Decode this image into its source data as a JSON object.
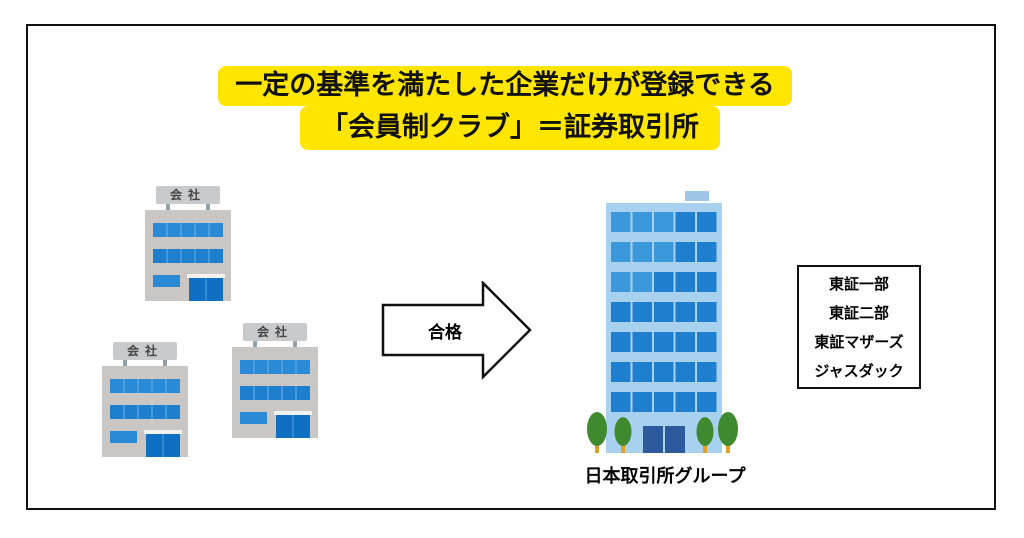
{
  "title": {
    "line1": "一定の基準を満たした企業だけが登録できる",
    "line2": "「会員制クラブ」＝証券取引所"
  },
  "companies": [
    {
      "sign": "会社"
    },
    {
      "sign": "会社"
    },
    {
      "sign": "会社"
    }
  ],
  "arrow": {
    "label": "合格"
  },
  "exchange": {
    "label": "日本取引所グループ"
  },
  "markets": [
    "東証一部",
    "東証二部",
    "東証マザーズ",
    "ジャスダック"
  ],
  "colors": {
    "highlight": "#ffe600",
    "window": "#2a8ad6",
    "building": "#c9c6c4",
    "tower": "#a8d0ef",
    "tree": "#3f8a2e"
  }
}
